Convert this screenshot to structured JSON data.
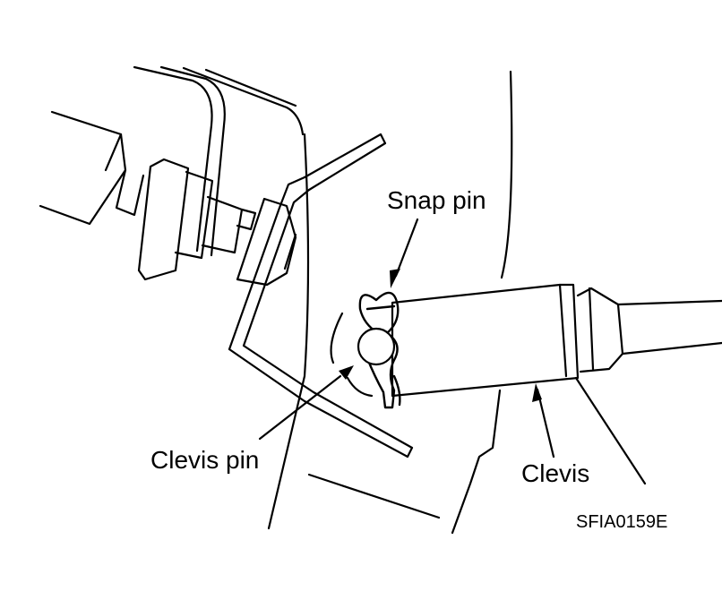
{
  "labels": {
    "snap_pin": "Snap pin",
    "clevis_pin": "Clevis pin",
    "clevis": "Clevis",
    "figure_code": "SFIA0159E"
  },
  "colors": {
    "line": "#000000",
    "background": "#ffffff"
  }
}
